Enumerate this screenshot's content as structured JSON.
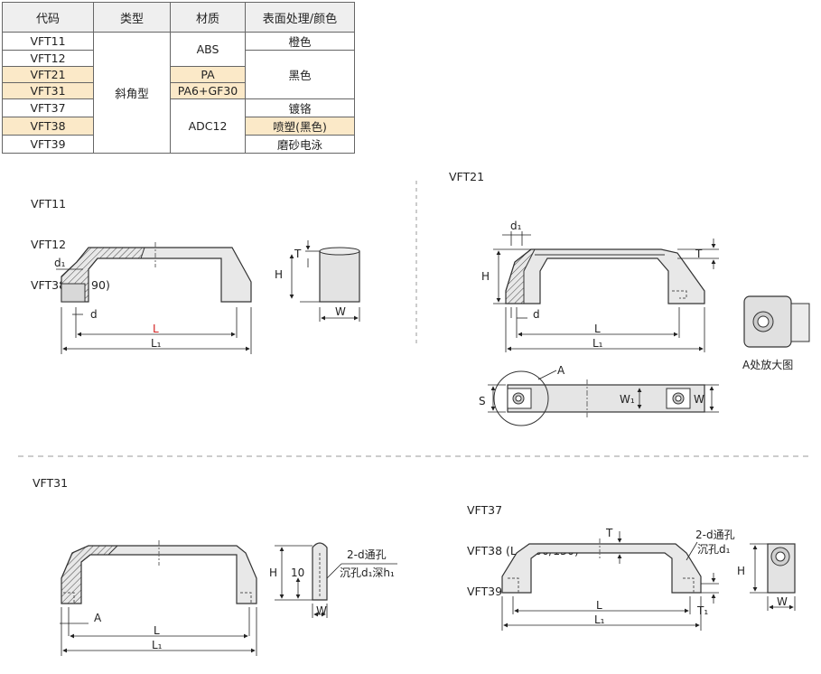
{
  "table": {
    "headers": [
      "代码",
      "类型",
      "材质",
      "表面处理/颜色"
    ],
    "codes": [
      "VFT11",
      "VFT12",
      "VFT21",
      "VFT31",
      "VFT37",
      "VFT38",
      "VFT39"
    ],
    "type": "斜角型",
    "materials": [
      "ABS",
      "PA",
      "PA6+GF30",
      "ADC12"
    ],
    "finishes": [
      "橙色",
      "黑色",
      "镀铬",
      "喷塑(黑色)",
      "磨砂电泳"
    ],
    "highlight_color": "#fbe9c8"
  },
  "panel_a": {
    "lines": [
      "VFT11",
      "VFT12"
    ],
    "line3_prefix": "VFT38 (",
    "line3_red": "L",
    "line3_suffix": " : 90)",
    "dims": {
      "d1": "d₁",
      "d": "d",
      "L": "L",
      "L1": "L₁",
      "H": "H",
      "T": "T",
      "W": "W"
    }
  },
  "panel_b": {
    "title": "VFT21",
    "dims": {
      "d1": "d₁",
      "d": "d",
      "H": "H",
      "T": "T",
      "L": "L",
      "L1": "L₁",
      "A": "A",
      "S": "S",
      "W1": "W₁",
      "W": "W"
    },
    "detail_caption": "A处放大图"
  },
  "panel_c": {
    "title": "VFT31",
    "dims": {
      "A": "A",
      "L": "L",
      "L1": "L₁",
      "H": "H",
      "ten": "10",
      "W": "W"
    },
    "note1": "2-d通孔",
    "note2": "沉孔d₁深h₁"
  },
  "panel_d": {
    "lines": [
      "VFT37",
      "VFT38 (L : 100/130)",
      "VFT39"
    ],
    "dims": {
      "T": "T",
      "L": "L",
      "L1": "L₁",
      "T1": "T₁",
      "H": "H",
      "W": "W"
    },
    "note1": "2-d通孔",
    "note2": "沉孔d₁"
  }
}
